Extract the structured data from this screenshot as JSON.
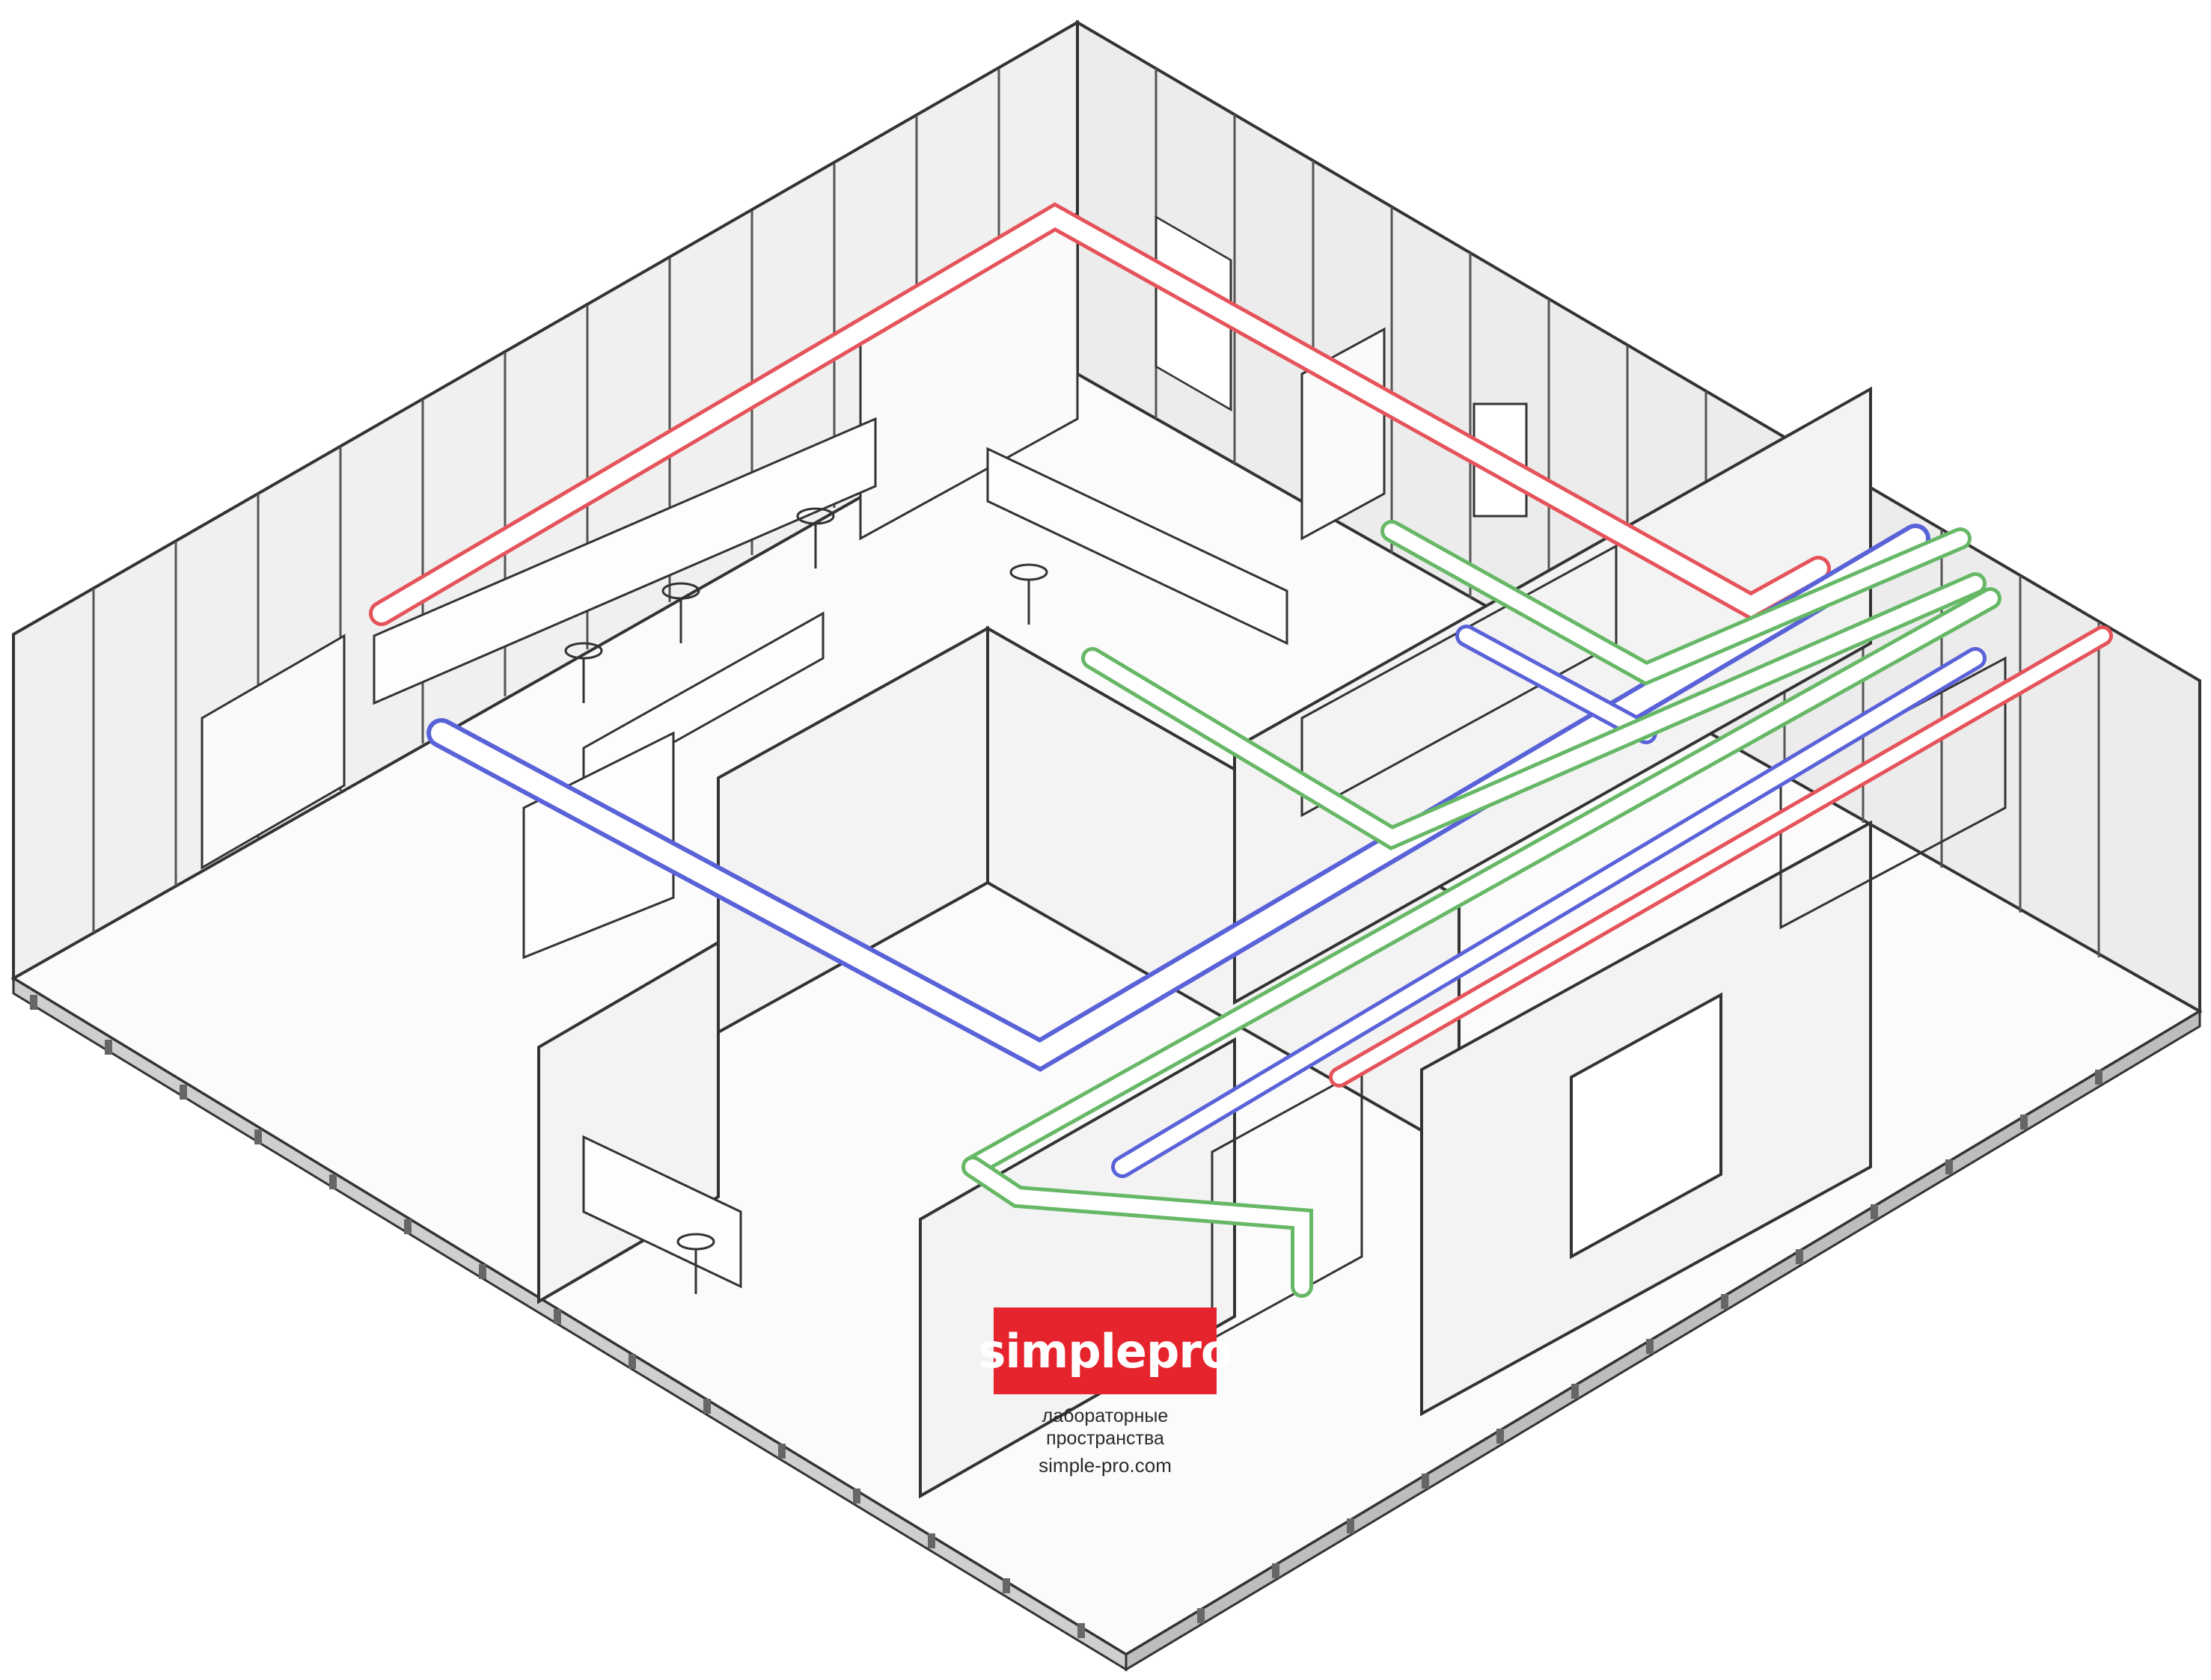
{
  "brand": {
    "logo_text": "simplepro",
    "tagline_line1": "лабораторные",
    "tagline_line2": "пространства",
    "url": "simple-pro.com",
    "logo_color": "#e5242d"
  },
  "colors": {
    "duct_red": "#e4545a",
    "duct_blue": "#5a62d8",
    "duct_green": "#66b866",
    "wall_fill": "#f1f1f1",
    "wall_line": "#3a3a3a",
    "floor_fill": "#ffffff"
  },
  "icons": [
    "office-chair-icon",
    "monitor-icon",
    "cabinet-icon",
    "shelf-rack-icon",
    "lab-bench-icon",
    "door-icon"
  ]
}
